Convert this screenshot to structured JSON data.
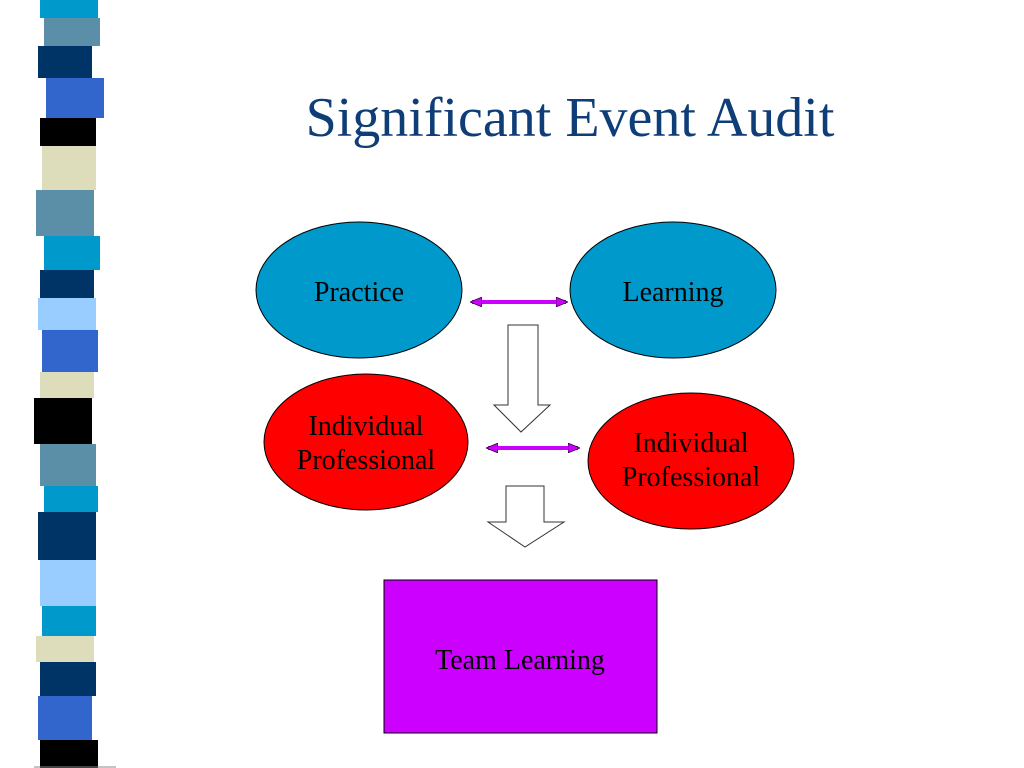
{
  "slide": {
    "title": "Significant Event Audit"
  },
  "diagram": {
    "nodes": [
      {
        "id": "practice",
        "label_lines": [
          "Practice"
        ],
        "fill": "#0099cc"
      },
      {
        "id": "learning",
        "label_lines": [
          "Learning"
        ],
        "fill": "#0099cc"
      },
      {
        "id": "individual-professional-left",
        "label_lines": [
          "Individual",
          "Professional"
        ],
        "fill": "#ff0000"
      },
      {
        "id": "individual-professional-right",
        "label_lines": [
          "Individual",
          "Professional"
        ],
        "fill": "#ff0000"
      },
      {
        "id": "team-learning",
        "label_lines": [
          "Team Learning"
        ],
        "fill": "#cc00ff"
      }
    ],
    "connectors": [
      {
        "from": "practice",
        "to": "learning",
        "kind": "double-arrow",
        "color": "#cc00ff"
      },
      {
        "from": "individual-professional-left",
        "to": "individual-professional-right",
        "kind": "double-arrow",
        "color": "#cc00ff"
      },
      {
        "kind": "block-down-arrow",
        "between": [
          "practice",
          "individual-professional-left"
        ]
      },
      {
        "kind": "block-down-arrow",
        "between": [
          "individual-professional-left",
          "team-learning"
        ]
      }
    ]
  },
  "theme": {
    "title_color": "#0e3d78",
    "stripe_colors": [
      "#0099cc",
      "#5b8fa8",
      "#003366",
      "#3366cc",
      "#000000",
      "#ddddbb",
      "#99ccff"
    ]
  }
}
